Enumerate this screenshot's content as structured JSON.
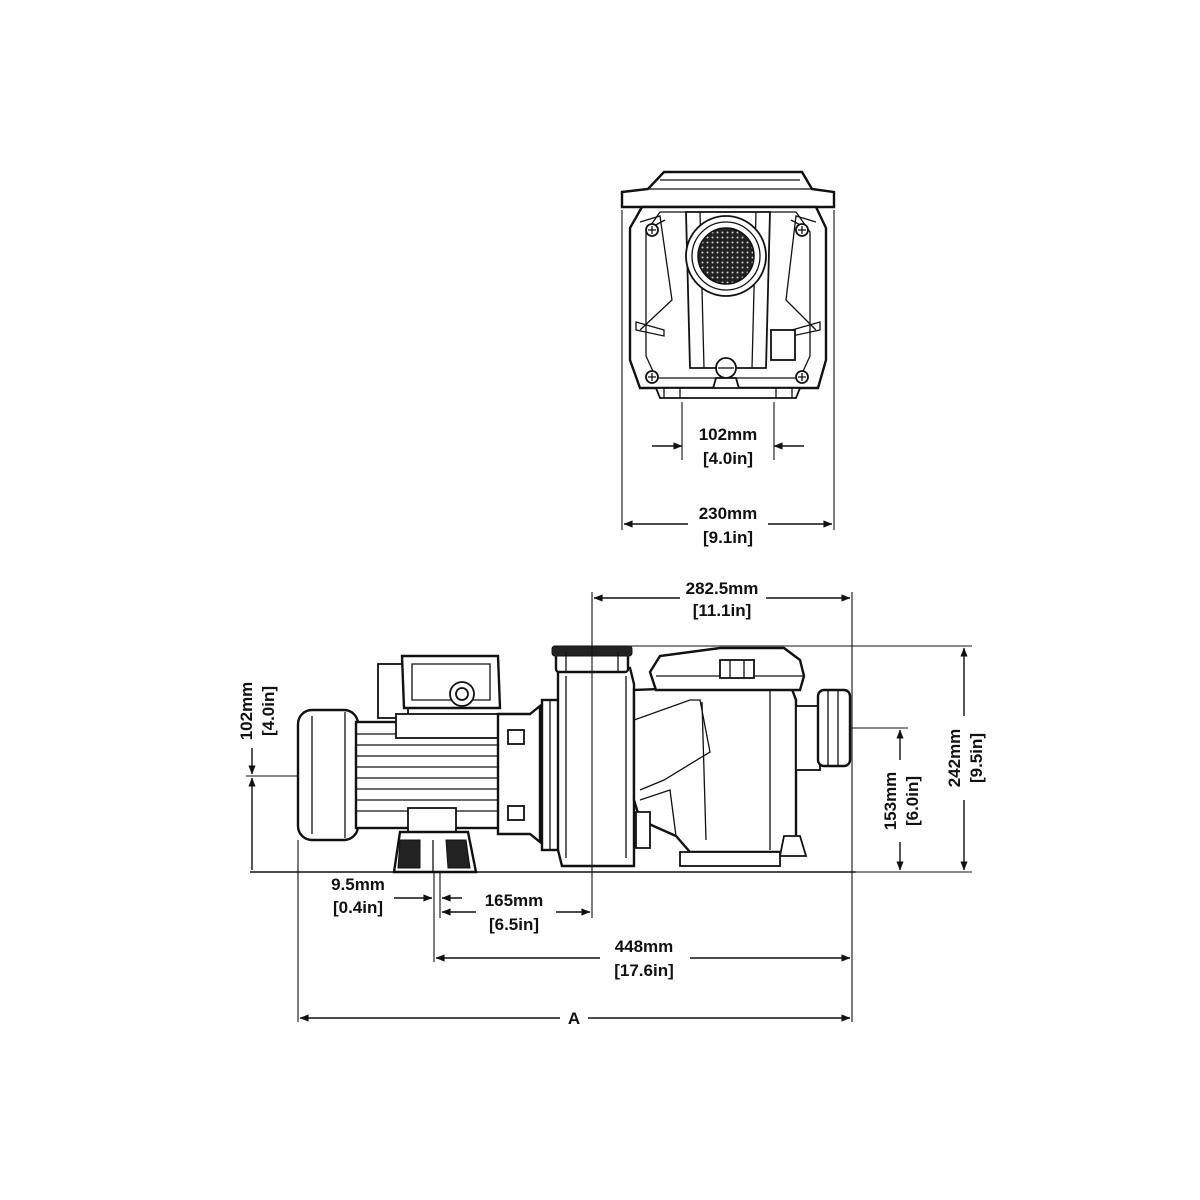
{
  "dimensions": {
    "front_inner_width": {
      "mm": "102mm",
      "in": "4.0in"
    },
    "front_total_width": {
      "mm": "230mm",
      "in": "9.1in"
    },
    "strainer_offset": {
      "mm": "282.5mm",
      "in": "11.1in"
    },
    "suction_height": {
      "mm": "102mm",
      "in": "4.0in"
    },
    "total_height": {
      "mm": "242mm",
      "in": "9.5in"
    },
    "outlet_height": {
      "mm": "153mm",
      "in": "6.0in"
    },
    "foot_width": {
      "mm": "9.5mm",
      "in": "0.4in"
    },
    "foot_to_housing": {
      "mm": "165mm",
      "in": "6.5in"
    },
    "foot_to_outlet": {
      "mm": "448mm",
      "in": "17.6in"
    },
    "overall_length": {
      "label": "A"
    }
  }
}
